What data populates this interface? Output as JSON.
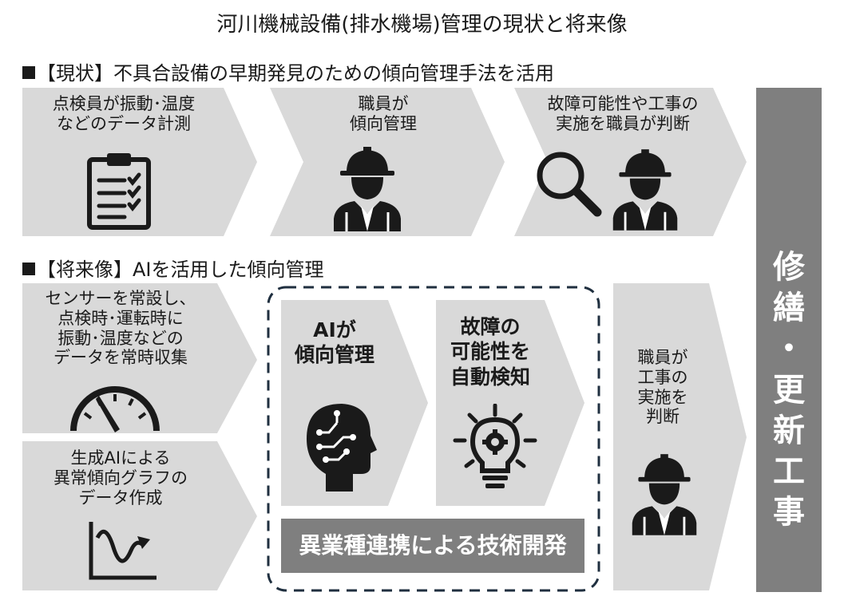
{
  "title": "河川機械設備(排水機場)管理の現状と将来像",
  "current": {
    "heading": "【現状】不具合設備の早期発見のための傾向管理手法を活用",
    "steps": [
      {
        "text": "点検員が振動･温度\nなどのデータ計測",
        "icon": "clipboard-checklist-icon"
      },
      {
        "text": "職員が\n傾向管理",
        "icon": "worker-helmet-icon"
      },
      {
        "text": "故障可能性や工事の\n実施を職員が判断",
        "icon": "magnifier-worker-icon"
      }
    ]
  },
  "future": {
    "heading": "【将来像】AIを活用した傾向管理",
    "sensor": {
      "text": "センサーを常設し、\n点検時･運転時に\n振動･温度などの\nデータを常時収集",
      "icon": "gauge-icon"
    },
    "genai": {
      "text": "生成AIによる\n異常傾向グラフの\nデータ作成",
      "icon": "wave-graph-icon"
    },
    "ai": {
      "text": "AIが\n傾向管理",
      "icon": "ai-head-icon"
    },
    "detect": {
      "text": "故障の\n可能性を\n自動検知",
      "icon": "lightbulb-gear-icon"
    },
    "staff": {
      "text": "職員が\n工事の\n実施を\n判断",
      "icon": "worker-helmet-icon"
    },
    "tech_label": "異業種連携による技術開発"
  },
  "renewal": [
    "修",
    "繕",
    "・",
    "更",
    "新",
    "工",
    "事"
  ],
  "colors": {
    "arrow": "#d9d9d9",
    "dark": "#7f7f7f",
    "ink": "#1a1a1a",
    "dash": "#1f2f3f"
  }
}
